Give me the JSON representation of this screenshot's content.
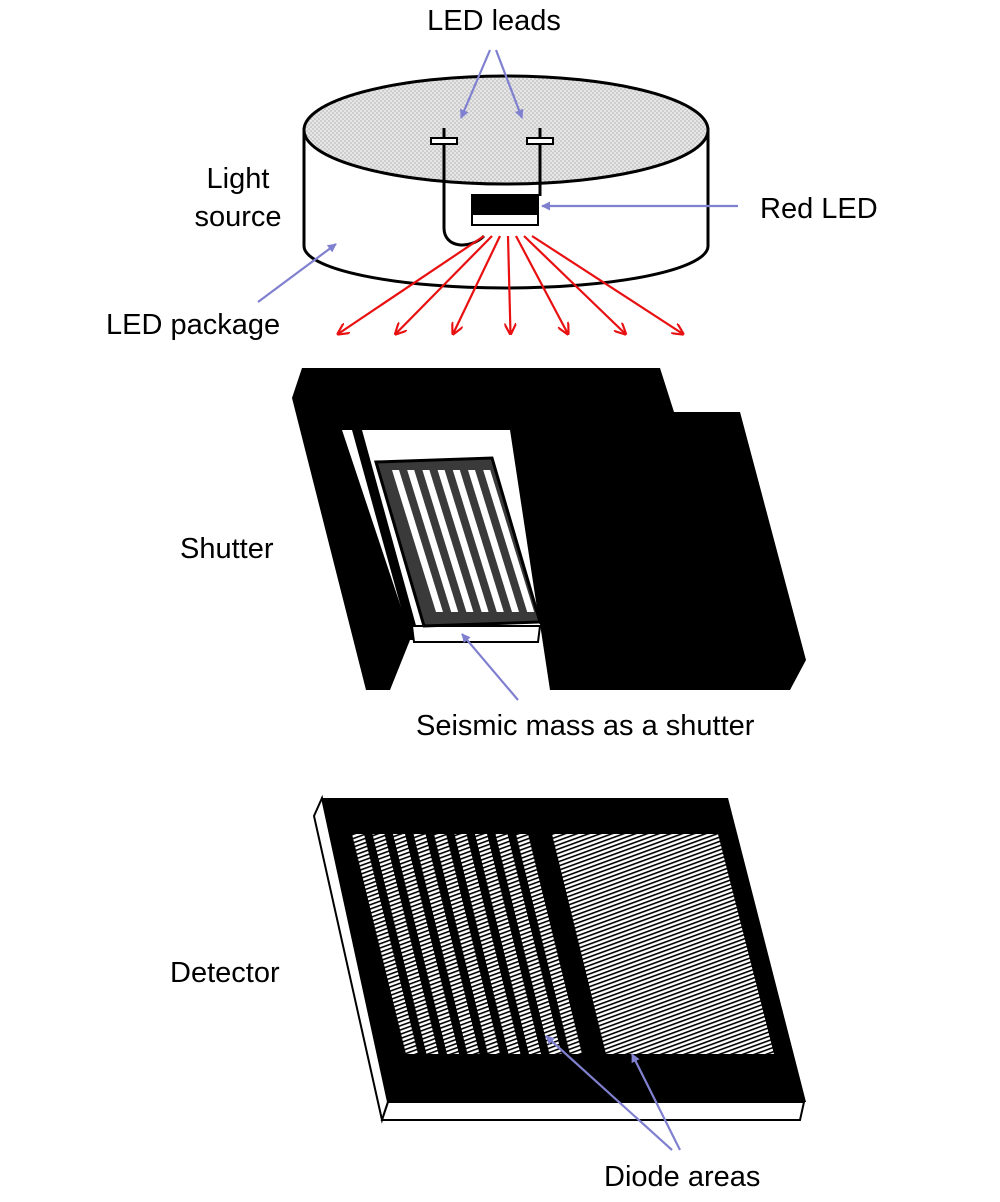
{
  "labels": {
    "led_leads": "LED leads",
    "light_source_line1": "Light",
    "light_source_line2": "source",
    "red_led": "Red LED",
    "led_package": "LED package",
    "shutter": "Shutter",
    "seismic_mass": "Seismic mass as a shutter",
    "detector": "Detector",
    "diode_areas": "Diode areas"
  },
  "colors": {
    "pointer_arrow": "#8080d0",
    "light_ray": "#e81010",
    "body": "#000000",
    "package_top": "#d9d9d9",
    "background": "#ffffff"
  },
  "light_rays": {
    "count": 7
  },
  "shutter_slits": {
    "count": 7
  },
  "detector_stripes": {
    "count": 9
  }
}
